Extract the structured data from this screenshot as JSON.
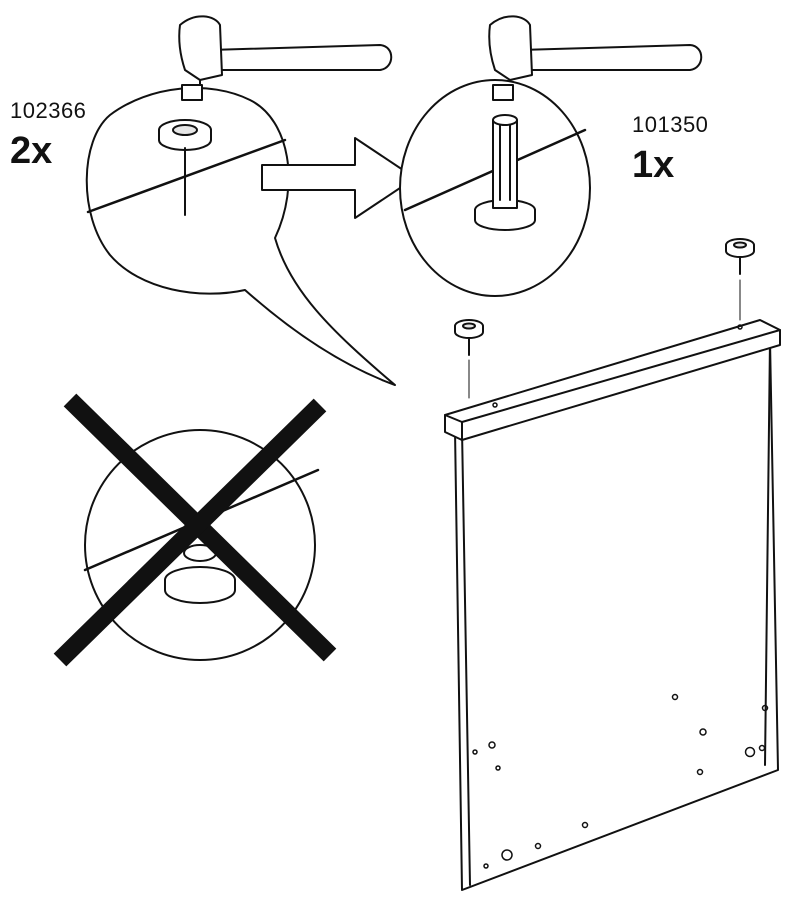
{
  "parts": [
    {
      "part_number": "102366",
      "quantity": "2x"
    },
    {
      "part_number": "101350",
      "quantity": "1x"
    }
  ],
  "colors": {
    "ink": "#111111",
    "paper": "#ffffff",
    "shade": "#e6e6e6"
  },
  "icons": [
    "hammer-icon",
    "arrow-right-icon",
    "cross-icon",
    "nail-icon",
    "panel-icon"
  ]
}
